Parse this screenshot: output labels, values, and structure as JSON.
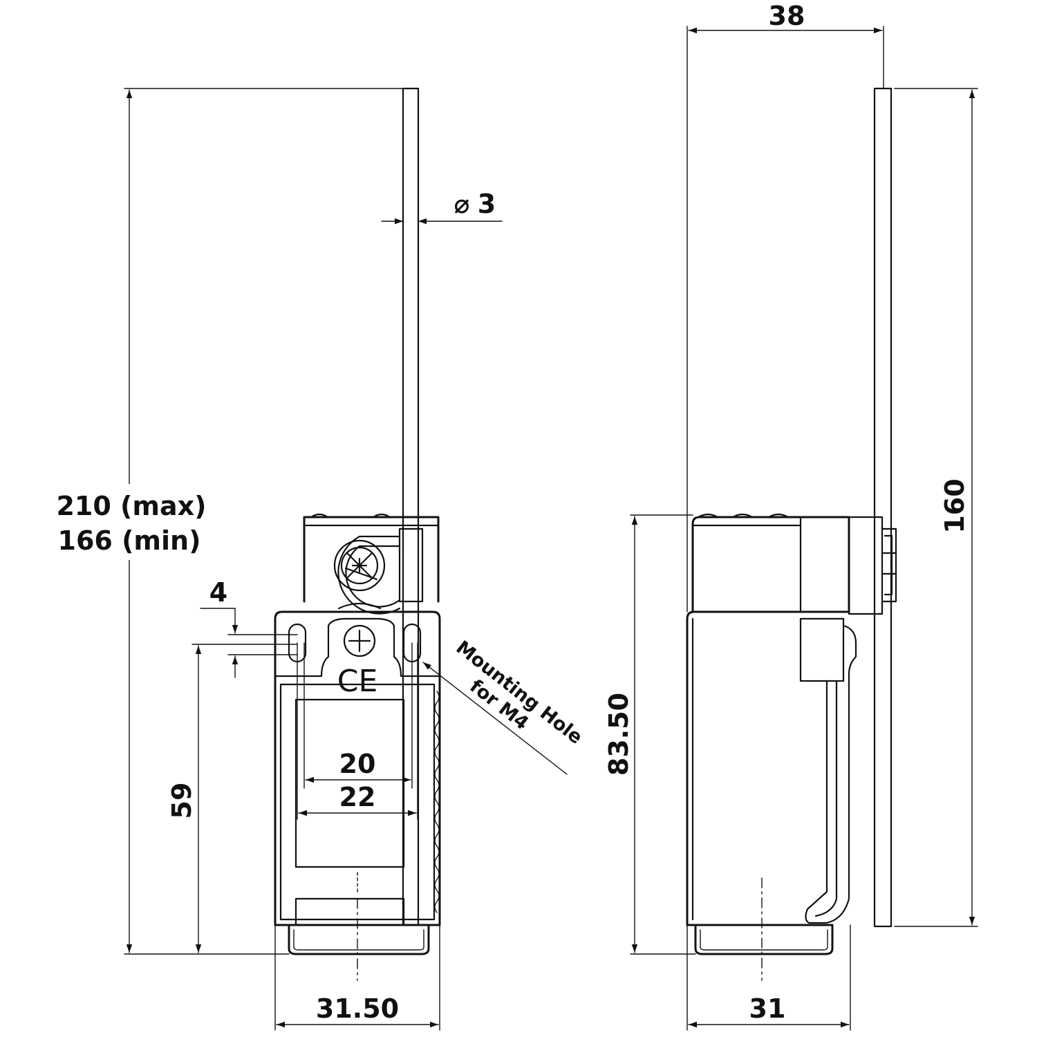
{
  "dimensions": {
    "total_height_max": "210 (max)",
    "total_height_min": "166 (min)",
    "rod_diameter_symbol": "⌀",
    "rod_diameter_value": "3",
    "slot_width": "4",
    "hole_height": "59",
    "hole_spacing_inner": "20",
    "hole_spacing_outer": "22",
    "body_width_front": "31.50",
    "body_height_side": "83.50",
    "body_width_side": "31",
    "total_depth": "38",
    "rod_length": "160"
  },
  "annotations": {
    "mounting_hole_line1": "Mounting Hole",
    "mounting_hole_line2": "for M4",
    "certification_mark": "CE"
  },
  "colors": {
    "line": "#111111",
    "background": "#ffffff"
  }
}
